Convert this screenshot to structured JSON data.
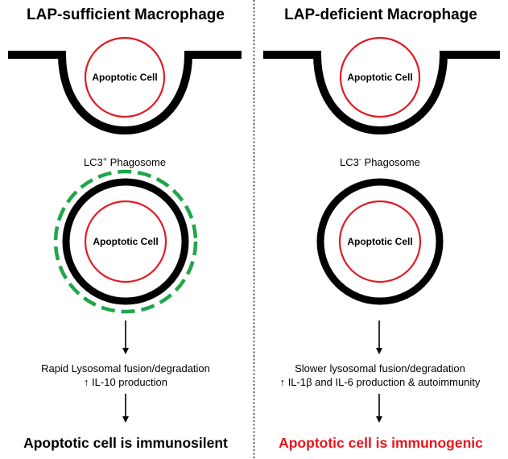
{
  "panels": [
    {
      "title": "LAP-sufficient Macrophage",
      "cell_label_top": "Apoptotic Cell",
      "phagosome_prefix": "LC3",
      "phagosome_superscript": "+",
      "phagosome_suffix": " Phagosome",
      "cell_label_bottom": "Apoptotic Cell",
      "outcome_line1": "Rapid Lysosomal fusion/degradation",
      "outcome_line2": "↑ IL-10 production",
      "conclusion": "Apoptotic cell is immunosilent",
      "conclusion_color": "#000000",
      "lc3_ring": true
    },
    {
      "title": "LAP-deficient Macrophage",
      "cell_label_top": "Apoptotic Cell",
      "phagosome_prefix": "LC3",
      "phagosome_superscript": "-",
      "phagosome_suffix": " Phagosome",
      "cell_label_bottom": "Apoptotic Cell",
      "outcome_line1": "Slower lysosomal fusion/degradation",
      "outcome_line2": "↑ IL-1β and IL-6 production & autoimmunity",
      "conclusion": "Apoptotic cell is immunogenic",
      "conclusion_color": "#e8141c",
      "lc3_ring": false
    }
  ],
  "colors": {
    "membrane": "#000000",
    "apoptotic_cell": "#e11b22",
    "lc3_coat": "#1fa64a"
  }
}
